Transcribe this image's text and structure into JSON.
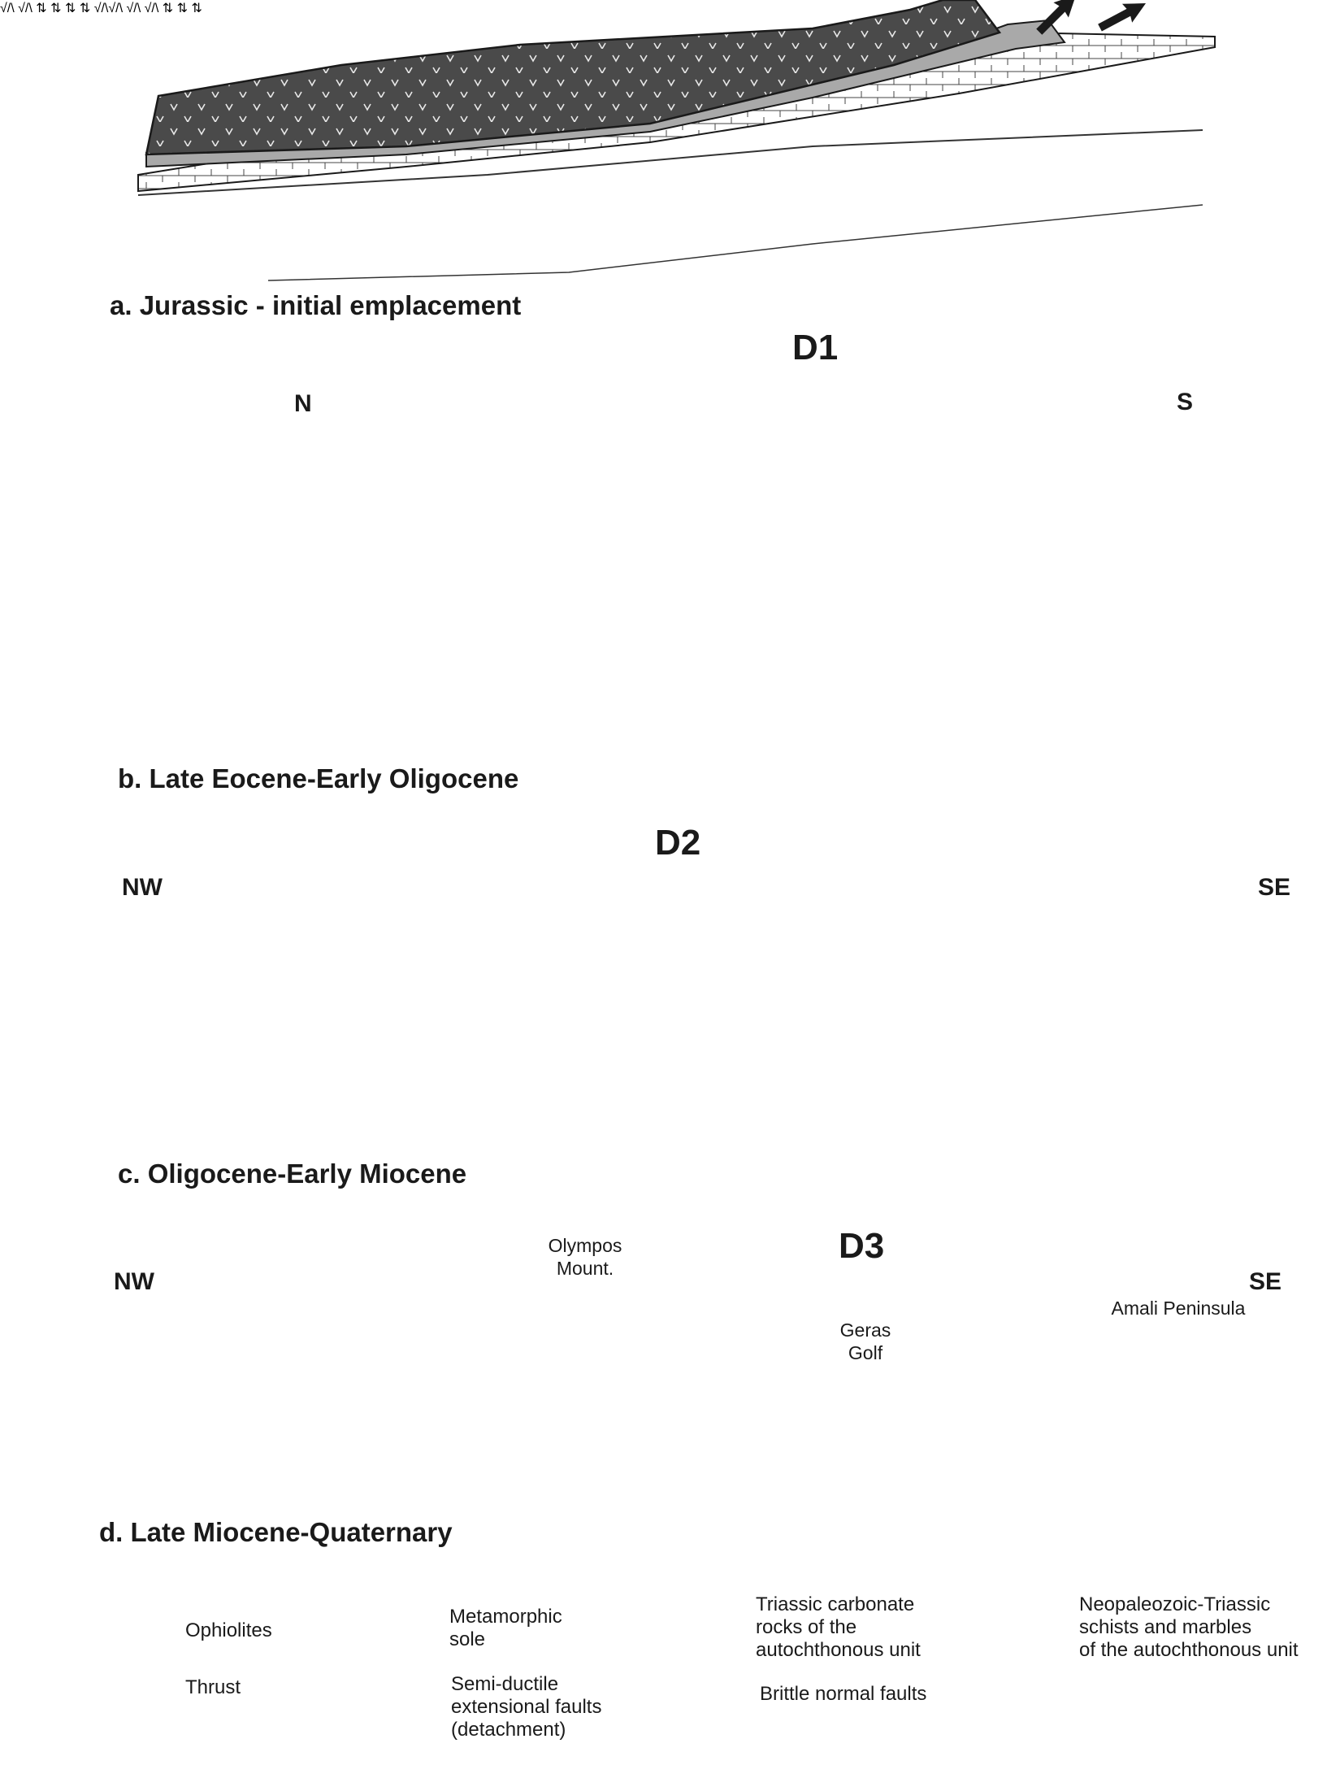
{
  "panels": {
    "a": {
      "title": "a. Jurassic - initial emplacement"
    },
    "b": {
      "title": "b. Late Eocene-Early Oligocene",
      "phase": "D1",
      "left_dir": "N",
      "right_dir": "S"
    },
    "c": {
      "title": "c. Oligocene-Early Miocene",
      "phase": "D2",
      "left_dir": "NW",
      "right_dir": "SE"
    },
    "d": {
      "title": "d. Late Miocene-Quaternary",
      "phase": "D3",
      "left_dir": "NW",
      "right_dir": "SE",
      "places": {
        "olympos_line1": "Olympos",
        "olympos_line2": "Mount.",
        "geras_line1": "Geras",
        "geras_line2": "Golf",
        "amali": "Amali Peninsula"
      }
    }
  },
  "legend": {
    "ophiolites": "Ophiolites",
    "metamorphic_line1": "Metamorphic",
    "metamorphic_line2": "sole",
    "triassic_line1": "Triassic carbonate",
    "triassic_line2": "rocks of the",
    "triassic_line3": "autochthonous unit",
    "neo_line1": "Neopaleozoic-Triassic",
    "neo_line2": "schists and marbles",
    "neo_line3": "of the autochthonous unit",
    "thrust": "Thrust",
    "semi_line1": "Semi-ductile",
    "semi_line2": "extensional faults",
    "semi_line3": "(detachment)",
    "brittle": "Brittle normal faults"
  },
  "colors": {
    "ophiolite": "#4a4a4a",
    "metamorphic": "#a9a9a9",
    "carbonate": "#ffffff",
    "schist": "#ffffff",
    "line": "#1a1a1a",
    "arrow_d1": "#1a1a1a",
    "arrow_d2": "#555555",
    "arrow_d3": "#b0b0b0",
    "uplift_arrow": "#4a4a4a"
  }
}
